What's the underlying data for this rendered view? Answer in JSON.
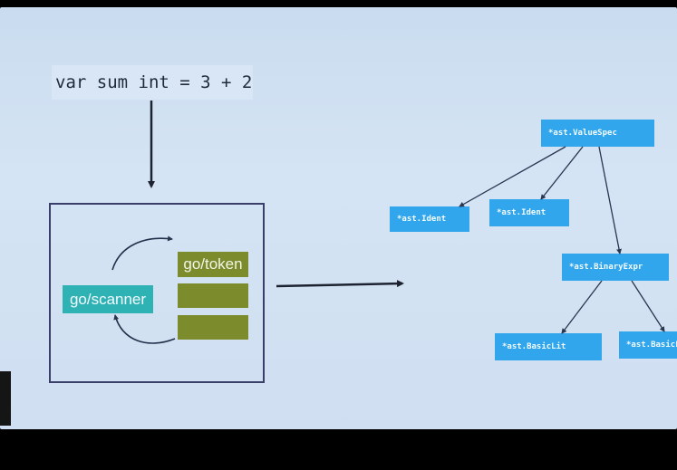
{
  "code_line": "var sum int = 3 + 2",
  "scanner": {
    "scanner_label": "go/scanner",
    "token_label": "go/token"
  },
  "ast": {
    "value_spec": "*ast.ValueSpec",
    "ident_left": "*ast.Ident",
    "ident_right": "*ast.Ident",
    "binary_expr": "*ast.BinaryExpr",
    "basic_lit_left": "*ast.BasicLit",
    "basic_lit_right": "*ast.BasicLit"
  },
  "colors": {
    "scanner_fill": "#2fb2b4",
    "token_fill": "#7c8b2c",
    "ast_fill": "#32a6ec",
    "arrow": "#1d2230"
  }
}
